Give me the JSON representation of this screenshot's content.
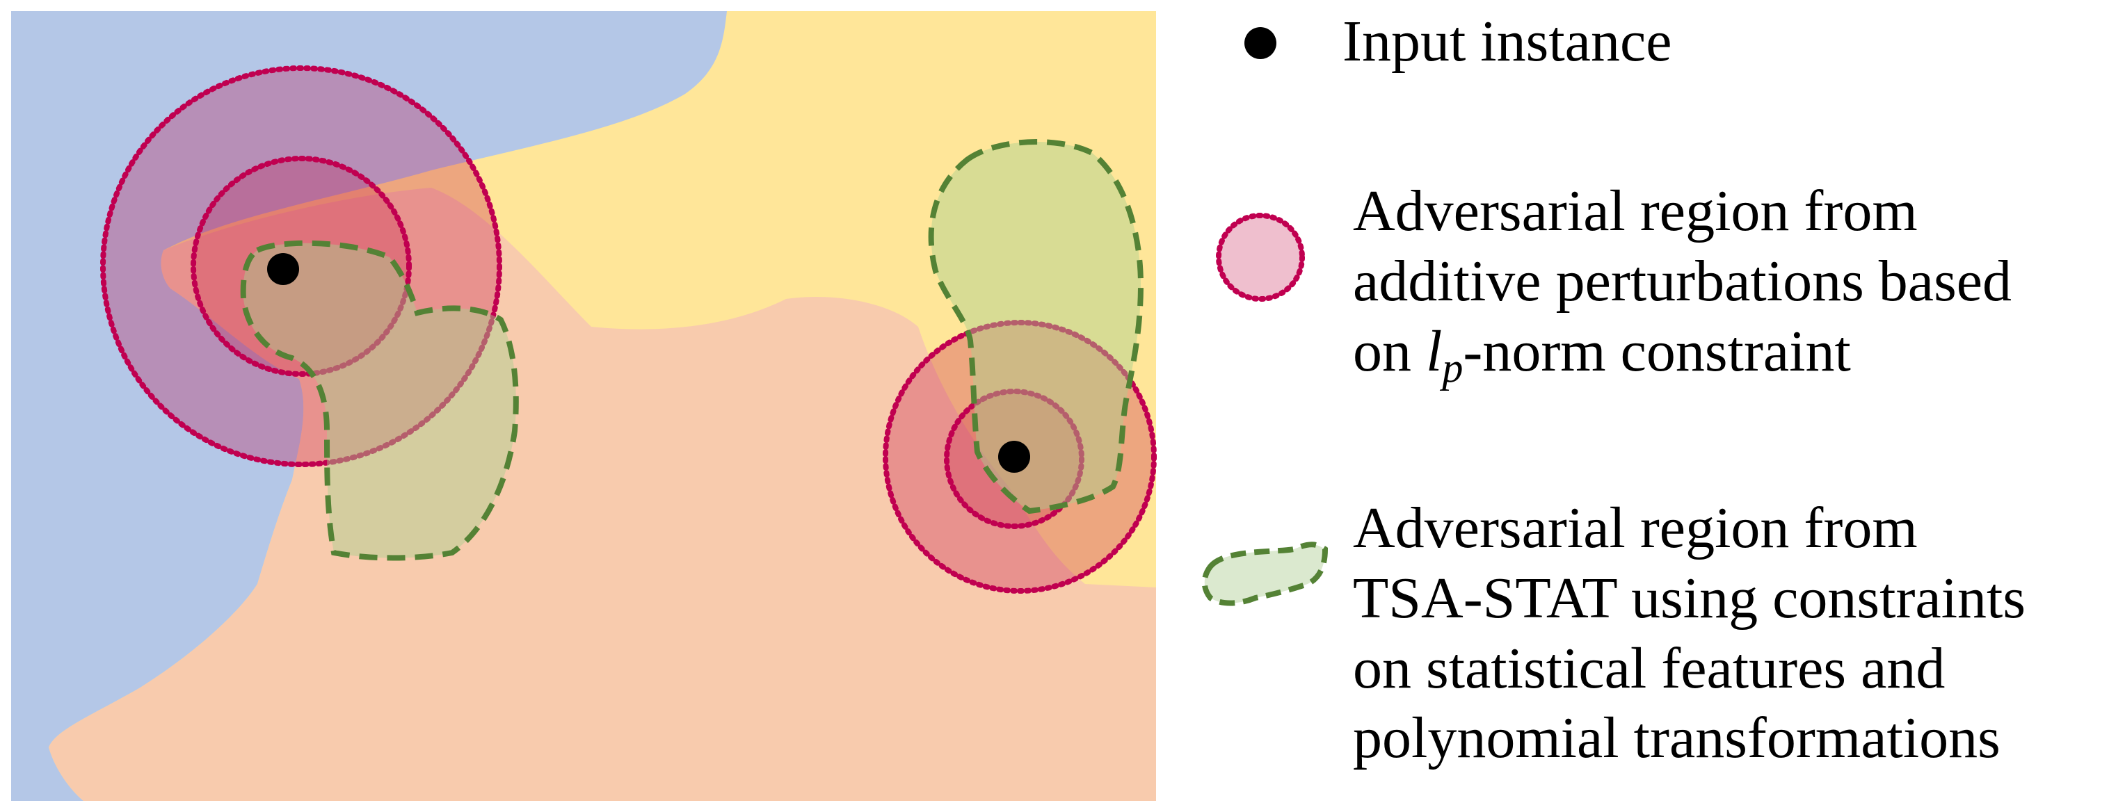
{
  "legend": {
    "input_instance": "Input instance",
    "additive_region": {
      "line1": "Adversarial region from",
      "line2": "additive perturbations based",
      "line3_prefix": "on ",
      "line3_symbol": "l",
      "line3_subscript": "p",
      "line3_suffix": "-norm constraint"
    },
    "tsa_region": {
      "line1": "Adversarial region from",
      "line2": "TSA-STAT using constraints",
      "line3": "on statistical features and",
      "line4": "polynomial transformations"
    }
  },
  "colors": {
    "class_blue": "#b4c7e7",
    "class_yellow": "#ffe699",
    "class_orange": "#f8cbad",
    "additive_fill": "#c0003c",
    "additive_stroke": "#c00050",
    "tsa_fill": "#a9d18e",
    "tsa_stroke": "#548235",
    "point": "#000000"
  }
}
